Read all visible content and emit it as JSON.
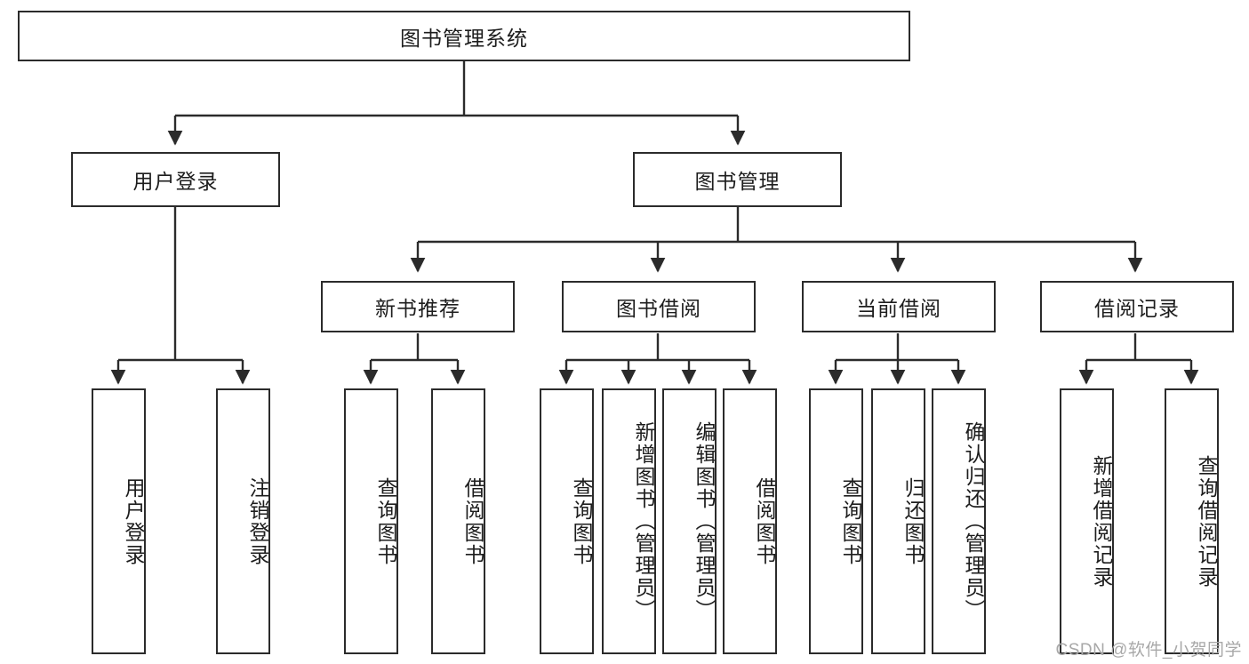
{
  "diagram": {
    "title": "图书管理系统",
    "type": "tree-hierarchy-chart",
    "root": {
      "id": "root",
      "label": "图书管理系统"
    },
    "level1": [
      {
        "id": "user-login",
        "label": "用户登录"
      },
      {
        "id": "book-manage",
        "label": "图书管理"
      }
    ],
    "level2": [
      {
        "id": "new-book-rec",
        "label": "新书推荐",
        "parent": "book-manage"
      },
      {
        "id": "book-borrow",
        "label": "图书借阅",
        "parent": "book-manage"
      },
      {
        "id": "current-borrow",
        "label": "当前借阅",
        "parent": "book-manage"
      },
      {
        "id": "borrow-record",
        "label": "借阅记录",
        "parent": "book-manage"
      }
    ],
    "leaves": [
      {
        "id": "leaf-user-login",
        "label": "用户登录",
        "parent": "user-login"
      },
      {
        "id": "leaf-logout-login",
        "label": "注销登录",
        "parent": "user-login"
      },
      {
        "id": "leaf-query-book-1",
        "label": "查询图书",
        "parent": "new-book-rec"
      },
      {
        "id": "leaf-borrow-book-1",
        "label": "借阅图书",
        "parent": "new-book-rec"
      },
      {
        "id": "leaf-query-book-2",
        "label": "查询图书",
        "parent": "book-borrow"
      },
      {
        "id": "leaf-add-book",
        "label": "新增图书（管理员）",
        "parent": "book-borrow"
      },
      {
        "id": "leaf-edit-book",
        "label": "编辑图书（管理员）",
        "parent": "book-borrow"
      },
      {
        "id": "leaf-borrow-book-2",
        "label": "借阅图书",
        "parent": "book-borrow"
      },
      {
        "id": "leaf-query-book-3",
        "label": "查询图书",
        "parent": "current-borrow"
      },
      {
        "id": "leaf-return-book",
        "label": "归还图书",
        "parent": "current-borrow"
      },
      {
        "id": "leaf-confirm-return",
        "label": "确认归还（管理员）",
        "parent": "current-borrow"
      },
      {
        "id": "leaf-add-record",
        "label": "新增借阅记录",
        "parent": "borrow-record"
      },
      {
        "id": "leaf-query-record",
        "label": "查询借阅记录",
        "parent": "borrow-record"
      }
    ]
  },
  "watermark": {
    "text": "CSDN @软件_小贺同学"
  },
  "colors": {
    "border": "#2b2b2b",
    "text": "#1d1d1d",
    "background": "#ffffff",
    "watermark": "#a8a8a8"
  }
}
